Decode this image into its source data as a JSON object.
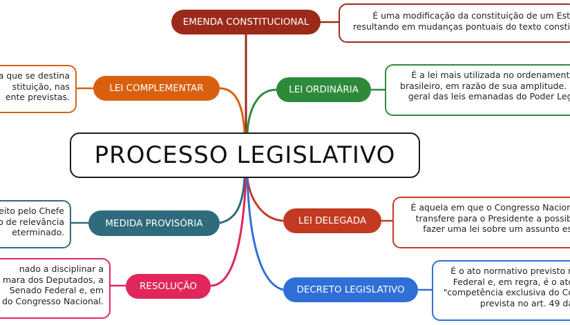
{
  "center": {
    "title": "PROCESSO LEGISLATIVO"
  },
  "branches": [
    {
      "id": "emenda",
      "label": "EMENDA CONSTITUCIONAL",
      "color": "#9c2a1b",
      "note": "É uma modificação da constituição de um Est\nresultando em mudanças pontuais do texto consti"
    },
    {
      "id": "complementar",
      "label": "LEI COMPLEMENTAR",
      "color": "#d9600f",
      "note": "a que se destina\nstituição, nas\nente previstas."
    },
    {
      "id": "ordinaria",
      "label": "LEI ORDINÁRIA",
      "color": "#2e8a3b",
      "note": "É a lei mais utilizada no ordenamento\nbrasileiro, em razão de sua amplitude. É\ngeral das leis emanadas do Poder Legi"
    },
    {
      "id": "medida",
      "label": "MEDIDA PROVISÓRIA",
      "color": "#2f6b7c",
      "note": "eito pelo Chefe\no de relevância\neterminado."
    },
    {
      "id": "delegada",
      "label": "LEI DELEGADA",
      "color": "#c33a22",
      "note": "É aquela em que o Congresso Nacion\ntransfere para o Presidente a possib\nfazer uma lei sobre um assunto es"
    },
    {
      "id": "resolucao",
      "label": "RESOLUÇÃO",
      "color": "#e0265a",
      "note": "nado a disciplinar a\nmara dos Deputados, a\nSenado Federal e, em\ndo Congresso Nacional."
    },
    {
      "id": "decreto",
      "label": "DECRETO LEGISLATIVO",
      "color": "#2f6fd6",
      "note": "É o ato normativo previsto n\nFederal e, em regra, é o ato\n\"competência exclusiva do Co\nprevista no art. 49 da"
    }
  ]
}
